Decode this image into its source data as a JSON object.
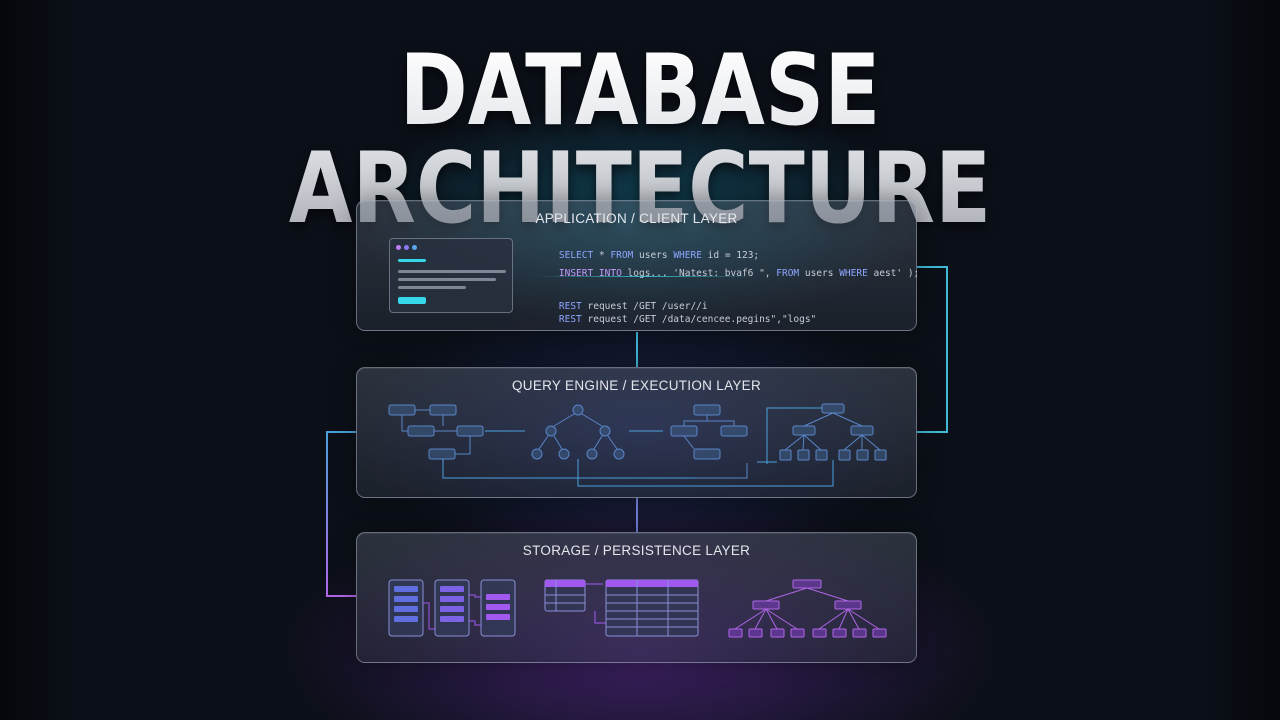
{
  "title": "DATABASE ARCHITECTURE",
  "layers": {
    "application": {
      "title": "APPLICATION / CLIENT LAYER",
      "code": [
        {
          "kw": "SELECT",
          "t1": " * ",
          "kw2": "FROM",
          "t2": " users ",
          "kw3": "WHERE",
          "t3": " id = 123;"
        },
        {
          "kw": "INSERT INTO",
          "t1": " logs... 'Natest: bvaf6 \", ",
          "kw2": "FROM",
          "t2": " users ",
          "kw3": "WHERE",
          "t3": " aest' );"
        },
        {
          "kw": "REST",
          "t1": " request /GET /user//i",
          "kw2": "",
          "t2": "",
          "kw3": "",
          "t3": ""
        },
        {
          "kw": "REST",
          "t1": " request /GET /data/cencee.pegins\",\"logs\"",
          "kw2": "",
          "t2": "",
          "kw3": "",
          "t3": ""
        }
      ]
    },
    "query": {
      "title": "QUERY ENGINE / EXECUTION LAYER"
    },
    "storage": {
      "title": "STORAGE / PERSISTENCE LAYER"
    }
  },
  "colors": {
    "cyan": "#35d7e8",
    "blue": "#5a86c9",
    "purple": "#a259f0",
    "connector_cyan": "#3fb8d6",
    "connector_purple": "#b066e8"
  }
}
